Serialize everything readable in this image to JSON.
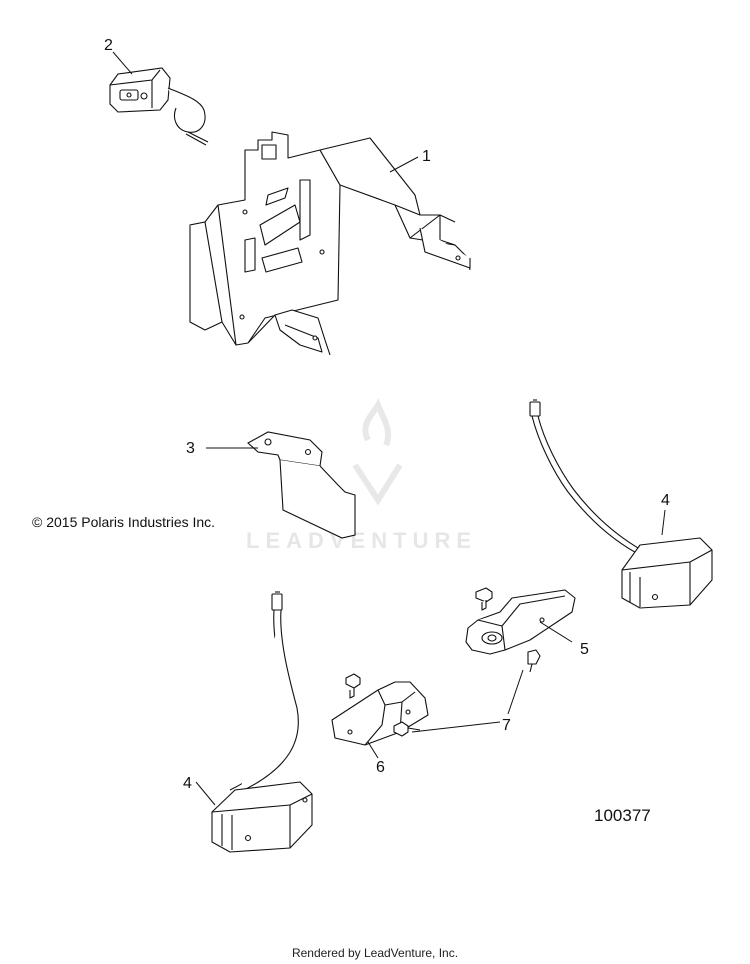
{
  "diagram": {
    "copyright": "© 2015 Polaris Industries Inc.",
    "diagram_id": "100377",
    "footer": "Rendered by LeadVenture, Inc.",
    "watermark": "LEADVENTURE",
    "callouts": {
      "c1": "1",
      "c2": "2",
      "c3": "3",
      "c4a": "4",
      "c4b": "4",
      "c5": "5",
      "c6": "6",
      "c7": "7"
    }
  }
}
